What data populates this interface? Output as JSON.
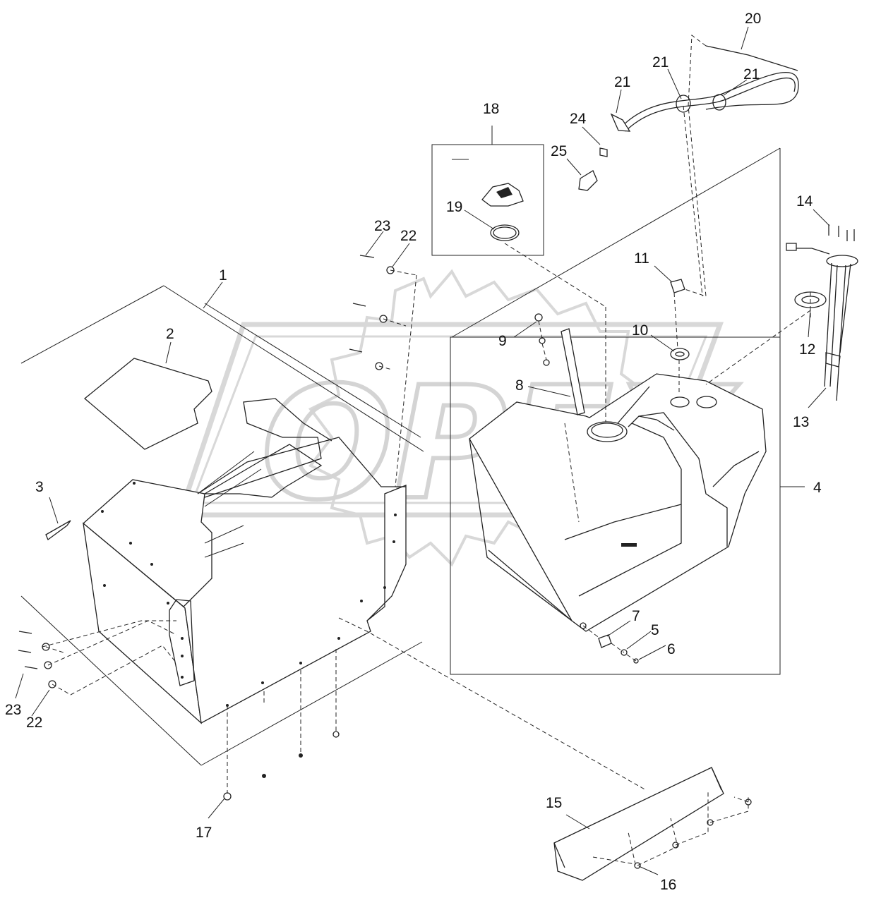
{
  "watermark": {
    "logo_icon": "gear-logo-icon",
    "text": "OPEX",
    "color": "#d4d4d4"
  },
  "callouts": [
    {
      "id": "label-1",
      "text": "1"
    },
    {
      "id": "label-2",
      "text": "2"
    },
    {
      "id": "label-3",
      "text": "3"
    },
    {
      "id": "label-4",
      "text": "4"
    },
    {
      "id": "label-5",
      "text": "5"
    },
    {
      "id": "label-6",
      "text": "6"
    },
    {
      "id": "label-7",
      "text": "7"
    },
    {
      "id": "label-8",
      "text": "8"
    },
    {
      "id": "label-9",
      "text": "9"
    },
    {
      "id": "label-10",
      "text": "10"
    },
    {
      "id": "label-11",
      "text": "11"
    },
    {
      "id": "label-12",
      "text": "12"
    },
    {
      "id": "label-13",
      "text": "13"
    },
    {
      "id": "label-14",
      "text": "14"
    },
    {
      "id": "label-15",
      "text": "15"
    },
    {
      "id": "label-16",
      "text": "16"
    },
    {
      "id": "label-17",
      "text": "17"
    },
    {
      "id": "label-18",
      "text": "18"
    },
    {
      "id": "label-19",
      "text": "19"
    },
    {
      "id": "label-20",
      "text": "20"
    },
    {
      "id": "label-21a",
      "text": "21"
    },
    {
      "id": "label-21b",
      "text": "21"
    },
    {
      "id": "label-21c",
      "text": "21"
    },
    {
      "id": "label-22a",
      "text": "22"
    },
    {
      "id": "label-22b",
      "text": "22"
    },
    {
      "id": "label-23a",
      "text": "23"
    },
    {
      "id": "label-23b",
      "text": "23"
    },
    {
      "id": "label-24",
      "text": "24"
    },
    {
      "id": "label-25",
      "text": "25"
    }
  ]
}
